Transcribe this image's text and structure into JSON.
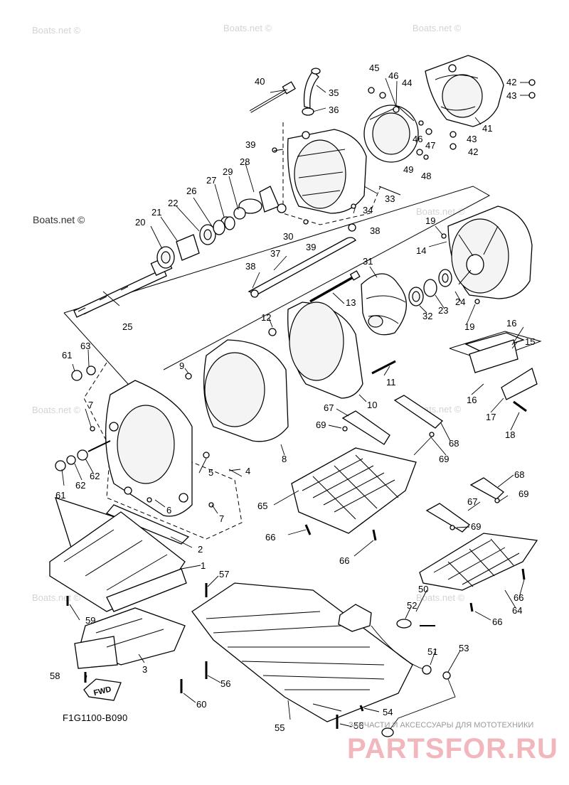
{
  "watermarks": {
    "boats_net": "Boats.net ©",
    "boats_net_dark": "Boats.net ©"
  },
  "diagram_code": "F1G1100-B090",
  "fwd_label": "FWD",
  "brand": {
    "tagline": "ЗАПЧАСТИ И АКСЕССУАРЫ ДЛЯ МОТОТЕХНИКИ",
    "logo": "PARTSFOR.RU"
  },
  "callouts": [
    "1",
    "2",
    "3",
    "4",
    "5",
    "6",
    "7",
    "8",
    "9",
    "10",
    "11",
    "12",
    "13",
    "14",
    "15",
    "16",
    "17",
    "18",
    "19",
    "20",
    "21",
    "22",
    "23",
    "24",
    "25",
    "26",
    "27",
    "28",
    "29",
    "30",
    "31",
    "32",
    "33",
    "34",
    "35",
    "36",
    "37",
    "38",
    "39",
    "40",
    "41",
    "42",
    "43",
    "44",
    "45",
    "46",
    "47",
    "48",
    "49",
    "50",
    "51",
    "52",
    "53",
    "54",
    "55",
    "56",
    "57",
    "58",
    "59",
    "60",
    "61",
    "62",
    "63",
    "64",
    "65",
    "66",
    "67",
    "68",
    "69"
  ]
}
